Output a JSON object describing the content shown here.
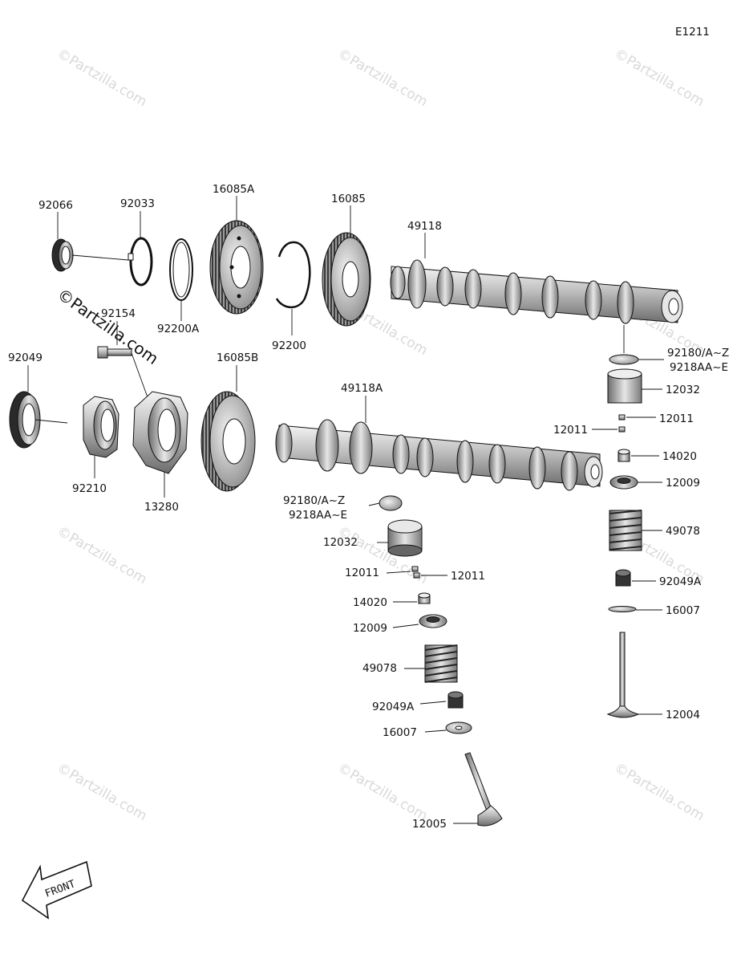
{
  "diagram_id": "E1211",
  "watermark": "©Partzilla.com",
  "front_label": "FRONT",
  "labels": {
    "p92066": "92066",
    "p92033": "92033",
    "p16085A": "16085A",
    "p16085": "16085",
    "p49118": "49118",
    "p92200A": "92200A",
    "p92200": "92200",
    "p92154": "92154",
    "p92049": "92049",
    "p16085B": "16085B",
    "p49118A": "49118A",
    "p92210": "92210",
    "p13280": "13280",
    "r92180": "92180/A~Z",
    "r9218AA": "9218AA~E",
    "r12032": "12032",
    "r12011a": "12011",
    "r12011b": "12011",
    "r14020": "14020",
    "r12009": "12009",
    "r49078": "49078",
    "r92049A": "92049A",
    "r16007": "16007",
    "r12004": "12004",
    "c92180": "92180/A~Z",
    "c9218AA": "9218AA~E",
    "c12032": "12032",
    "c12011a": "12011",
    "c12011b": "12011",
    "c14020": "14020",
    "c12009": "12009",
    "c49078": "49078",
    "c92049A": "92049A",
    "c16007": "16007",
    "c12005": "12005"
  }
}
